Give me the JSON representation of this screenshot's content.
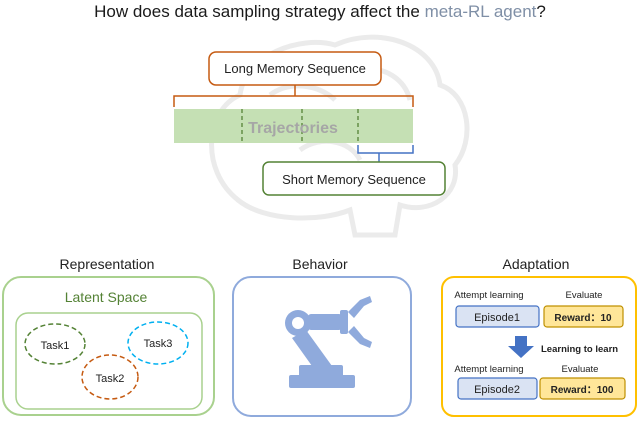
{
  "title": {
    "prefix": "How does data sampling strategy affect the ",
    "highlight": "meta-RL agent",
    "suffix": "?"
  },
  "top": {
    "long_label": "Long Memory Sequence",
    "trajectories_label": "Trajectories",
    "short_label": "Short Memory Sequence"
  },
  "representation": {
    "heading": "Representation",
    "inner_label": "Latent Space",
    "tasks": [
      "Task1",
      "Task2",
      "Task3"
    ]
  },
  "behavior": {
    "heading": "Behavior",
    "icon": "robot-arm-icon"
  },
  "adaptation": {
    "heading": "Adaptation",
    "row1": {
      "left_caption": "Attempt learning",
      "right_caption": "Evaluate",
      "episode": "Episode1",
      "reward": "Reward：10"
    },
    "middle_label": "Learning to learn",
    "row2": {
      "left_caption": "Attempt learning",
      "right_caption": "Evaluate",
      "episode": "Episode2",
      "reward": "Reward：100"
    }
  },
  "colors": {
    "orange": "#c55a11",
    "green": "#548235",
    "light_green": "#a9d18e",
    "blue": "#4472c4",
    "steel_blue": "#8faadc",
    "gold": "#ffc000",
    "episode_fill": "#dae3f3",
    "reward_fill": "#ffe699"
  }
}
